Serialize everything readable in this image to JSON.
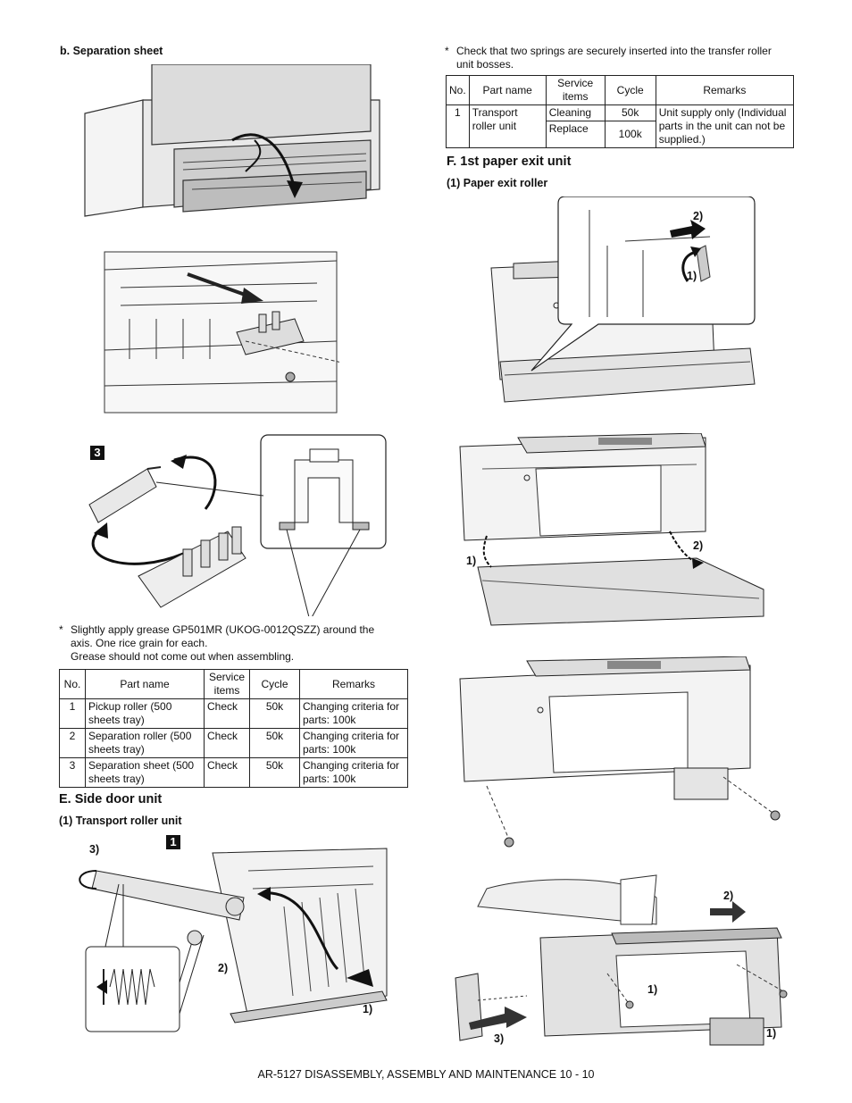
{
  "left": {
    "section_b_title": "b.  Separation sheet",
    "fig3_badge": "3",
    "note_mark": "*",
    "note_lines": [
      "Slightly apply grease GP501MR (UKOG-0012QSZZ) around the",
      "axis. One rice grain for each.",
      "Grease should not come out when assembling."
    ],
    "table": {
      "headers": [
        "No.",
        "Part name",
        "Service items",
        "Cycle",
        "Remarks"
      ],
      "rows": [
        [
          "1",
          "Pickup roller (500 sheets tray)",
          "Check",
          "50k",
          "Changing criteria for parts: 100k"
        ],
        [
          "2",
          "Separation roller (500 sheets tray)",
          "Check",
          "50k",
          "Changing criteria for parts: 100k"
        ],
        [
          "3",
          "Separation sheet (500 sheets tray)",
          "Check",
          "50k",
          "Changing criteria for parts: 100k"
        ]
      ]
    },
    "section_e_title": "E.  Side door unit",
    "sub_e1_title": "(1)  Transport roller unit",
    "fig_e_badge": "1",
    "fig_e_labels": [
      "3)",
      "2)",
      "1)"
    ]
  },
  "right": {
    "note_mark": "*",
    "note_lines": [
      "Check that two springs are securely inserted into the transfer roller",
      "unit bosses."
    ],
    "table": {
      "headers": [
        "No.",
        "Part name",
        "Service items",
        "Cycle",
        "Remarks"
      ],
      "row_no": "1",
      "part_name": "Transport roller unit",
      "items": [
        "Cleaning",
        "Replace"
      ],
      "cycles": [
        "50k",
        "100k"
      ],
      "remarks": "Unit supply only (Individual parts in the unit can not be supplied.)"
    },
    "section_f_title": "F.  1st paper exit unit",
    "sub_f1_title": "(1)  Paper exit roller",
    "fig1_labels": [
      "2)",
      "1)"
    ],
    "fig2_labels": [
      "2)",
      "1)"
    ],
    "fig4_labels": [
      "2)",
      "1)",
      "1)",
      "3)"
    ]
  },
  "footer": "AR-5127 DISASSEMBLY, ASSEMBLY AND MAINTENANCE 10 - 10"
}
